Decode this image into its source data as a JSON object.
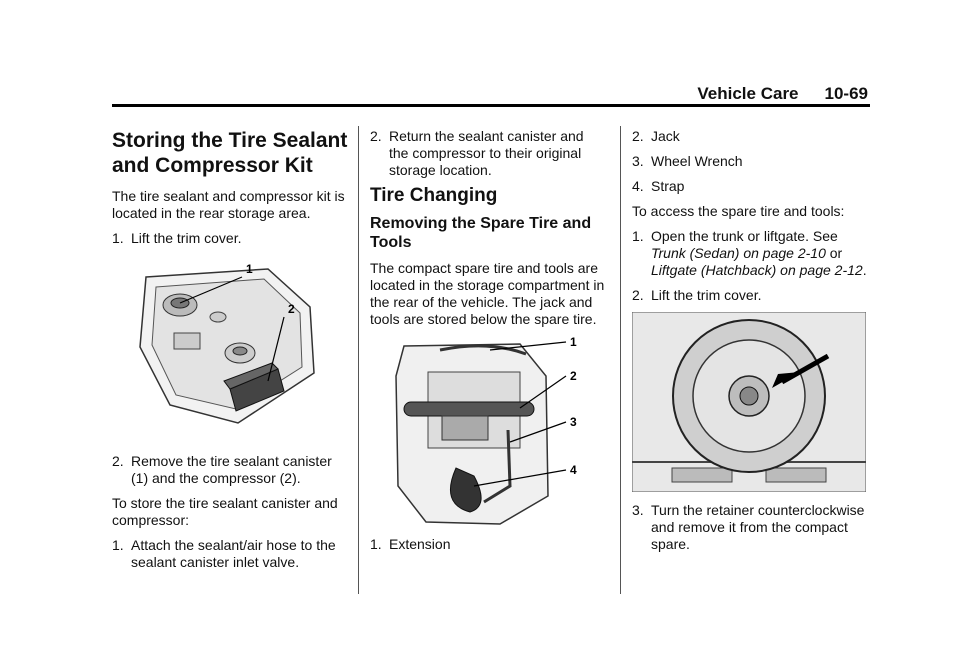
{
  "header": {
    "section": "Vehicle Care",
    "page": "10-69"
  },
  "col1": {
    "title": "Storing the Tire Sealant and Compressor Kit",
    "intro": "The tire sealant and compressor kit is located in the rear storage area.",
    "step1": "Lift the trim cover.",
    "fig": {
      "c1": "1",
      "c2": "2"
    },
    "step2": "Remove the tire sealant canister (1) and the compressor (2).",
    "store_intro": "To store the tire sealant canister and compressor:",
    "store_step1": "Attach the sealant/air hose to the sealant canister inlet valve."
  },
  "col2": {
    "store_step2": "Return the sealant canister and the compressor to their original storage location.",
    "h_tire": "Tire Changing",
    "h_remove": "Removing the Spare Tire and Tools",
    "remove_text": "The compact spare tire and tools are located in the storage compartment in the rear of the vehicle. The jack and tools are stored below the spare tire.",
    "fig": {
      "c1": "1",
      "c2": "2",
      "c3": "3",
      "c4": "4"
    },
    "item1": "Extension"
  },
  "col3": {
    "item2": "Jack",
    "item3": "Wheel Wrench",
    "item4": "Strap",
    "access_intro": "To access the spare tire and tools:",
    "access_step1_pre": "Open the trunk or liftgate. See",
    "ref1": "Trunk (Sedan) on page 2-10",
    "or": "or",
    "ref2": "Liftgate (Hatchback) on page 2-12",
    "period": ".",
    "access_step2": "Lift the trim cover.",
    "access_step3": "Turn the retainer counterclockwise and remove it from the compact spare."
  },
  "numbers": {
    "n1": "1.",
    "n2": "2.",
    "n3": "3.",
    "n4": "4."
  }
}
